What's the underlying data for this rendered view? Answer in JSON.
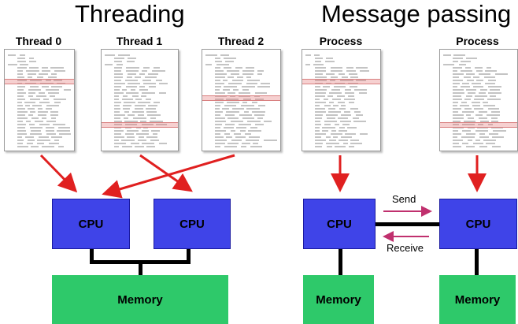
{
  "titles": {
    "left": "Threading",
    "right": "Message passing"
  },
  "threads": [
    {
      "label": "Thread 0"
    },
    {
      "label": "Thread 1"
    },
    {
      "label": "Thread 2"
    }
  ],
  "processes": [
    {
      "label": "Process"
    },
    {
      "label": "Process"
    }
  ],
  "cpu_label": "CPU",
  "memory_label": "Memory",
  "messages": {
    "send": "Send",
    "receive": "Receive"
  },
  "colors": {
    "cpu": "#3f44e8",
    "memory": "#2ec96a",
    "thread_arrow": "#e02020",
    "message_arrow": "#c0306e",
    "highlight": "#e67878"
  }
}
